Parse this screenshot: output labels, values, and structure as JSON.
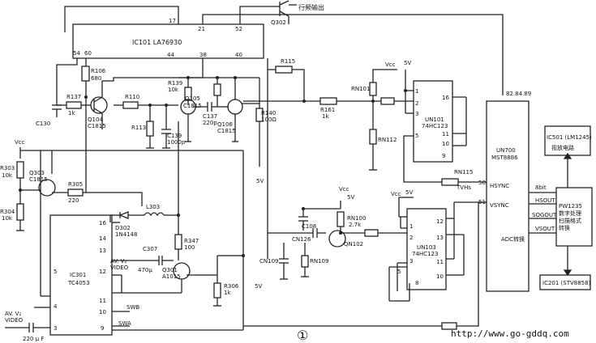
{
  "diagram": {
    "top_output_label": "行频输出",
    "q302_top": "Q302",
    "ic101": "IC101 LA76930",
    "ic101_pins": [
      "17",
      "21",
      "52",
      "54",
      "60",
      "44",
      "38",
      "40"
    ],
    "r106": "R106",
    "r106_val": "680",
    "r137": "R137",
    "r137_val": "1k",
    "c130": "C130",
    "q104": "Q104",
    "q104_type": "C1815",
    "r110": "R110",
    "r113": "R113",
    "r139": "R139",
    "r139_val": "10k",
    "q105": "Q105",
    "q105_type": "C1815",
    "q106": "Q106",
    "q106_type": "C1815",
    "c137": "C137",
    "c137_val": "220p",
    "c139": "C139",
    "c139_val": "1000p",
    "r140": "R140",
    "r140_val": "100Ω",
    "v5_a": "5V",
    "r115_top": "R115",
    "r161": "R161",
    "r161_val": "1k",
    "vcc_5v_top": "Vcc",
    "v5_top": "5V",
    "rn101": "RN101",
    "rn112": "RN112",
    "un101": "UN101",
    "un101_type": "74HC123",
    "un101_pins": [
      "1",
      "2",
      "3",
      "5",
      "16",
      "11",
      "10",
      "9"
    ],
    "pins_820": "82.84.89",
    "un700": "UN700",
    "un700_type": "MST8886",
    "rn115": "RN115",
    "tvhs": "TVHs",
    "pin50": "50",
    "hsync": "HSYNC",
    "pin51": "51",
    "vsync": "VSYNC",
    "adc": "ADC转换",
    "ic501": "IC501 (LM1245)",
    "ic501_desc": "视放电路",
    "bit8": "8bit",
    "hsout": "HSOUT",
    "sogout": "SOGOUT",
    "vsout": "VSOUT",
    "pw_line1": "PW1235",
    "pw_line2": "数字处理",
    "pw_line3": "扫描格式",
    "pw_line4": "转换",
    "ic201": "IC201 (STV8858)",
    "vcc_left": "Vcc",
    "r303": "R303",
    "r303_val": "10k",
    "r304": "R304",
    "r304_val": "10k",
    "q303": "Q303",
    "q303_type": "C1815",
    "r305": "R305",
    "r305_val": "220",
    "d302": "D302",
    "d302_type": "1N4148",
    "l303": "L303",
    "c307": "C307",
    "c307_val": "470μ",
    "r347": "R347",
    "r347_val": "100",
    "q301": "Q301",
    "q301_type": "A1015",
    "r306": "R306",
    "r306_val": "1k",
    "ic301": "IC301",
    "ic301_type": "TC4053",
    "ic301_pins": [
      "16",
      "14",
      "13",
      "12",
      "11",
      "10",
      "9",
      "5",
      "4",
      "3"
    ],
    "avv_video_label1": "AV. V₂",
    "avv_video_label2": "VIDEO",
    "swb": "SWB",
    "swa": "SWA",
    "av_in1": "AV. V₂",
    "av_in2": "VIDEO",
    "c_in_val": "220 μ F",
    "vcc_mid": "Vcc",
    "v5_mid": "5V",
    "c108": "C108",
    "rn100": "RN100",
    "rn100_val": "2.7k",
    "cn126": "CN126",
    "qn102": "QN102",
    "cn109": "CN109",
    "rn109": "RN109",
    "vcc_un103": "Vcc",
    "v5_un103": "5V",
    "un103": "UN103",
    "un103_type": "74HC123",
    "un103_pins": [
      "1",
      "2",
      "3",
      "5",
      "8",
      "12",
      "13",
      "11",
      "10"
    ],
    "v5_left": "5V",
    "circle_num": "①",
    "url": "http://www.go-gddq.com"
  }
}
